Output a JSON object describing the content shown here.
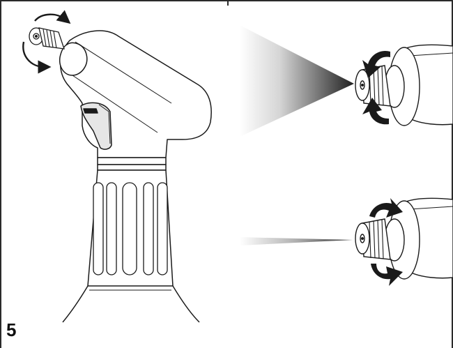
{
  "figure": {
    "step_number": "5"
  },
  "colors": {
    "line": "#1a1a1a",
    "spray_dark": "#2b2b2b",
    "spray_light": "#ffffff",
    "background": "#ffffff"
  },
  "icons": {
    "rotate_arrows": "curved-arrow-icon",
    "spray_wide": "wide-spray-cone",
    "spray_narrow": "narrow-jet-stream"
  }
}
